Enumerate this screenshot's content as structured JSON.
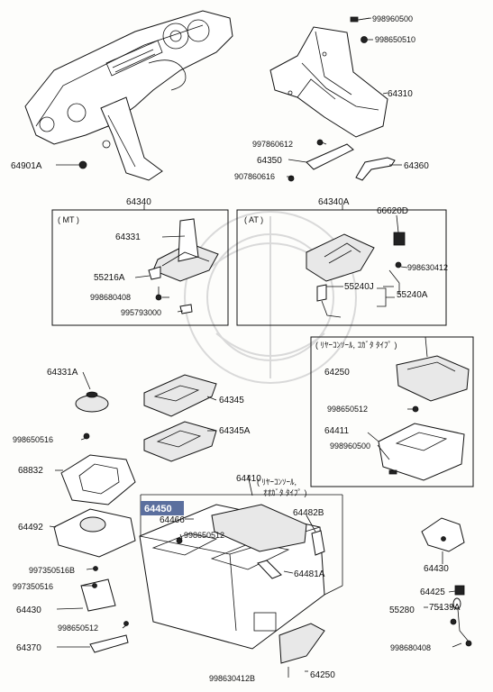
{
  "highlight_color": "#5b6f9e",
  "groups": {
    "mt": "( MT )",
    "at": "( AT )",
    "rear_console_small": "( ﾘﾔｰｺﾝｿｰﾙ, ｺｶﾞﾀ ﾀｲﾌﾟ )",
    "rear_console_large_l1": "( ﾘﾔｰｺﾝｿｰﾙ,",
    "rear_console_large_l2": "ｵｵｶﾞﾀ ﾀｲﾌﾟ )"
  },
  "parts": {
    "p998960500": "998960500",
    "p998650510": "998650510",
    "p64310": "64310",
    "p997860612": "997860612",
    "p64350": "64350",
    "p64360": "64360",
    "p907860616": "907860616",
    "p64901A": "64901A",
    "p64340": "64340",
    "p64340A": "64340A",
    "p64331": "64331",
    "p66620D": "66620D",
    "p55216A": "55216A",
    "p998630412": "998630412",
    "p998680408_top": "998680408",
    "p995793000": "995793000",
    "p55240J": "55240J",
    "p55240A": "55240A",
    "p64331A": "64331A",
    "p64345": "64345",
    "p64250_top": "64250",
    "p998650512_right": "998650512",
    "p998650516": "998650516",
    "p64345A": "64345A",
    "p64411": "64411",
    "p998960500_b": "998960500",
    "p68832": "68832",
    "p64410": "64410",
    "p64450": "64450",
    "p64466": "64466",
    "p64482B": "64482B",
    "p998650512_mid": "998650512",
    "p64492": "64492",
    "p64481A": "64481A",
    "p64430_right": "64430",
    "p997350516B": "997350516B",
    "p997350516": "997350516",
    "p64425": "64425",
    "p75139A": "75139A",
    "p55280": "55280",
    "p64430_left": "64430",
    "p998650512_bl": "998650512",
    "p998680408_b": "998680408",
    "p64370": "64370",
    "p998630412B": "998630412B",
    "p64250_bottom": "64250"
  }
}
